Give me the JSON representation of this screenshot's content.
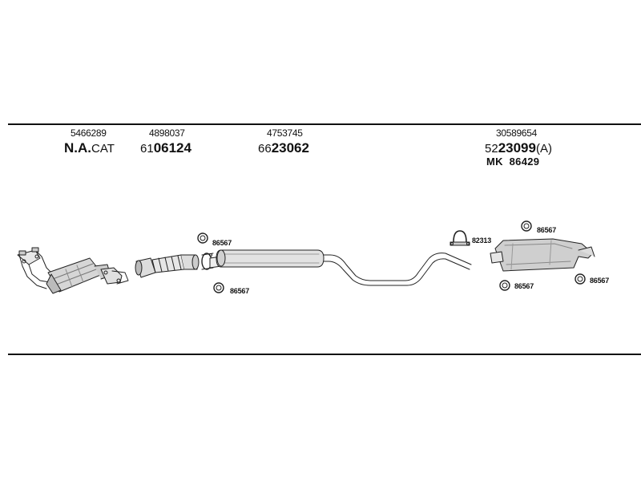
{
  "groups": [
    {
      "part_number": "5466289",
      "code_bold": "N.A.",
      "code_suffix": "CAT"
    },
    {
      "part_number": "4898037",
      "code_prefix": "61",
      "code_bold": "06124"
    },
    {
      "part_number": "4753745",
      "code_prefix": "66",
      "code_bold": "23062"
    },
    {
      "part_number": "30589654",
      "code_prefix": "52",
      "code_bold": "23099",
      "code_suffix": "(A)",
      "kit_prefix": "MK",
      "kit_code": "86429"
    }
  ],
  "fittings": [
    {
      "label": "86567"
    },
    {
      "label": "86567"
    },
    {
      "label": "82313"
    },
    {
      "label": "86567"
    },
    {
      "label": "86567"
    },
    {
      "label": "86567"
    }
  ]
}
